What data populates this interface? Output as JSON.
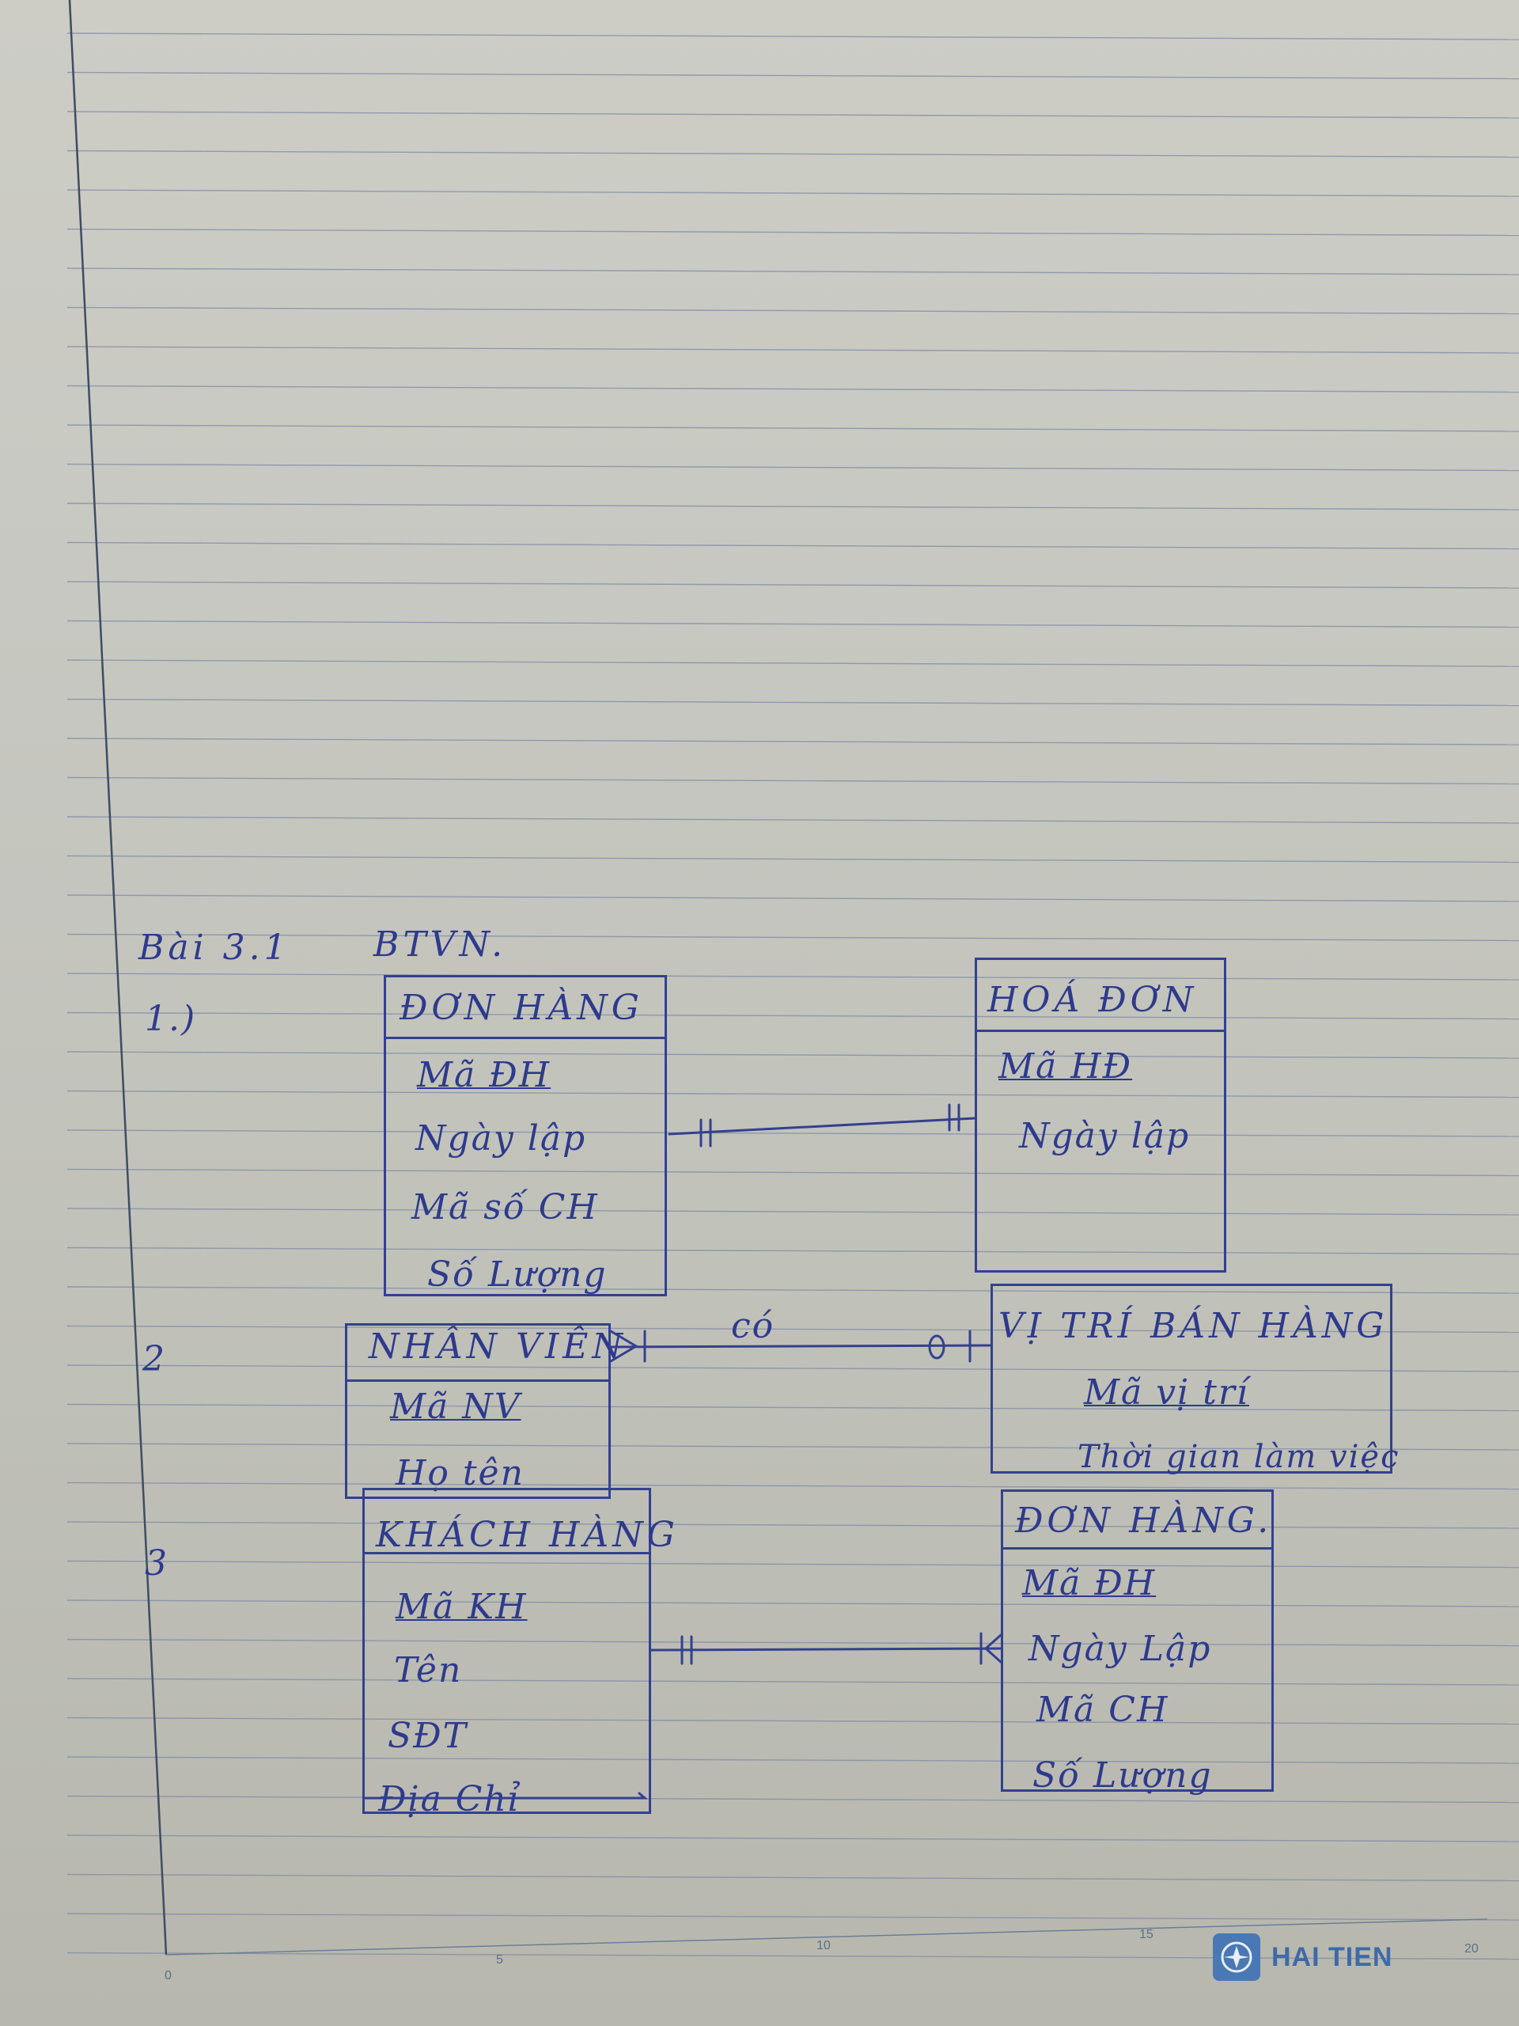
{
  "page": {
    "heading_left": "Bài 3.1",
    "heading_right": "BTVN."
  },
  "relations": [
    {
      "number": "1.)",
      "left": {
        "title": "ĐƠN HÀNG",
        "key": "Mã ĐH",
        "attrs": [
          "Ngày lập",
          "Mã số CH",
          "Số Lượng"
        ]
      },
      "right": {
        "title": "HOÁ ĐƠN",
        "key": "Mã HĐ",
        "attrs": [
          "Ngày lập"
        ]
      },
      "label": "",
      "left_end": "||",
      "right_end": "||"
    },
    {
      "number": "2",
      "left": {
        "title": "NHÂN VIÊN",
        "key": "Mã NV",
        "attrs": [
          "Họ tên"
        ]
      },
      "right": {
        "title": "VỊ TRÍ BÁN HÀNG",
        "key": "Mã vị trí",
        "attrs": [
          "Thời gian làm việc"
        ]
      },
      "label": "có",
      "left_end": ">|",
      "right_end": "o|"
    },
    {
      "number": "3",
      "left": {
        "title": "KHÁCH HÀNG",
        "key": "Mã KH",
        "attrs": [
          "Tên",
          "SĐT",
          "Địa Chỉ"
        ]
      },
      "right": {
        "title": "ĐƠN HÀNG.",
        "key": "Mã ĐH",
        "attrs": [
          "Ngày Lập",
          "Mã CH",
          "Số Lượng"
        ]
      },
      "label": "",
      "left_end": "||",
      "right_end": "|<"
    }
  ],
  "ruler": {
    "ticks": [
      "0",
      "5",
      "10",
      "15",
      "20"
    ]
  },
  "brand": {
    "name": "HAI TIEN",
    "icon": "lotus-logo-icon"
  },
  "colors": {
    "ink": "#2e3a8c",
    "paper": "#c7c8c1",
    "ruled_line": "#7d8aa5",
    "brand": "#3e6aa6"
  }
}
